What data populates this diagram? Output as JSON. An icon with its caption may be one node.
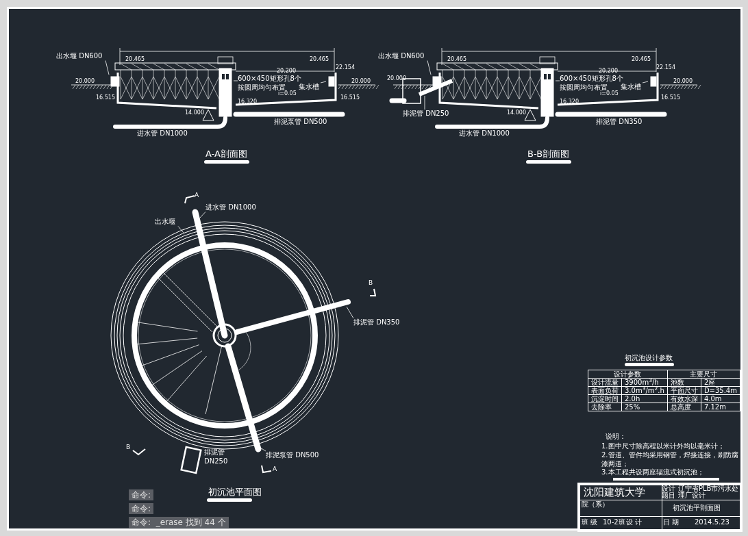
{
  "diagram": {
    "nodes": [
      {
        "text": [
          "出水堰 DN600"
        ]
      },
      {
        "text": [
          "600×450矩形孔8个按圆周均匀布置"
        ]
      },
      {
        "text": [
          "集水槽"
        ]
      },
      {
        "text": [
          "出水堰 DN600"
        ]
      },
      {
        "text": [
          "600×450矩形孔8个按圆周均匀布置"
        ]
      },
      {
        "text": [
          "集水槽"
        ]
      },
      {
        "text": [
          "排泥管 DN250"
        ]
      },
      {
        "text": [
          "进水管 DN1000"
        ]
      },
      {
        "text": [
          "出水堰"
        ]
      },
      {
        "text": [
          "排泥管 DN350"
        ]
      },
      {
        "text": [
          "排泥泵管 DN500"
        ]
      }
    ],
    "edges": [
      {
        "from": 0,
        "to": null,
        "arrow": "none"
      },
      {
        "from": 1,
        "to": null,
        "arrow": "none"
      },
      {
        "from": 2,
        "to": null,
        "arrow": "none"
      },
      {
        "from": 3,
        "to": null,
        "arrow": "none"
      },
      {
        "from": 4,
        "to": null,
        "arrow": "none"
      },
      {
        "from": 5,
        "to": null,
        "arrow": "none"
      },
      {
        "from": 6,
        "to": null,
        "arrow": "none"
      },
      {
        "from": 7,
        "to": null,
        "arrow": "none"
      },
      {
        "from": 8,
        "to": null,
        "arrow": "none"
      },
      {
        "from": 9,
        "to": null,
        "arrow": "none"
      },
      {
        "from": 10,
        "to": null,
        "arrow": "none"
      }
    ],
    "labels": [
      "20.465",
      "20.465",
      "22.154",
      "20.200",
      "20.000",
      "20.000",
      "16.515",
      "16.515",
      "16.320",
      "i=0.05",
      "14.000",
      "进水管 DN1000",
      "排泥泵管 DN500",
      "A-A剖面图",
      "20.465",
      "20.465",
      "22.154",
      "20.200",
      "20.000",
      "20.000",
      "16.515",
      "16.320",
      "i=0.05",
      "14.000",
      "进水管 DN1000",
      "排泥管 DN350",
      "B-B剖面图",
      "A",
      "B",
      "B",
      "A",
      "排泥管 DN250",
      "初沉池平面图",
      "初沉池设计参数",
      "设计参数",
      "主要尺寸",
      "设计流量",
      "3900m$^{3}$/h",
      "池数",
      "2座",
      "表面负荷",
      "3.0m$^{3}$/m$^{2}$.h",
      "平面尺寸",
      "D=35.4m",
      "沉淀时间",
      "2.0h",
      "有效水深",
      "4.0m",
      "去除率",
      "25%",
      "总高度",
      "7.12m",
      "说明：",
      "1.图中尺寸除高程以米计外均以毫米计；",
      "2.管道、管件均采用钢管，焊接连接，刷防腐漆两道；",
      "3.本工程共设两座辐流式初沉池；",
      "沈阳建筑大学",
      "设计题目",
      "辽宁省PLB市污水处理厂设计",
      "院（系）",
      "初沉池平剖面图",
      "班 级",
      "10-2班",
      "设 计",
      "日 期",
      "2014.5.23",
      "命令:",
      "命令:",
      "命令:  _erase 找到 44 个"
    ]
  }
}
